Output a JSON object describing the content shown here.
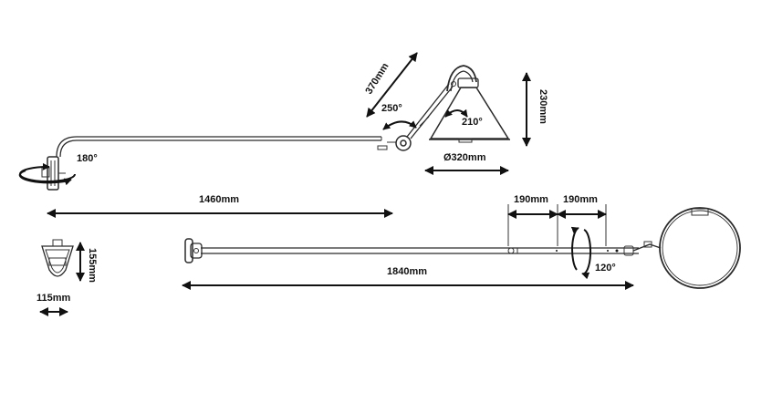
{
  "colors": {
    "ink": "#111111",
    "line": "#2a2a2a",
    "background": "#ffffff"
  },
  "dimensions": {
    "arm_length_1": "370mm",
    "angle_250": "250°",
    "angle_210": "210°",
    "height_shade": "230mm",
    "diameter": "Ø320mm",
    "angle_180": "180°",
    "width_1460": "1460mm",
    "seg_190_a": "190mm",
    "seg_190_b": "190mm",
    "height_base": "155mm",
    "angle_120": "120°",
    "width_1840": "1840mm",
    "width_base": "115mm"
  }
}
